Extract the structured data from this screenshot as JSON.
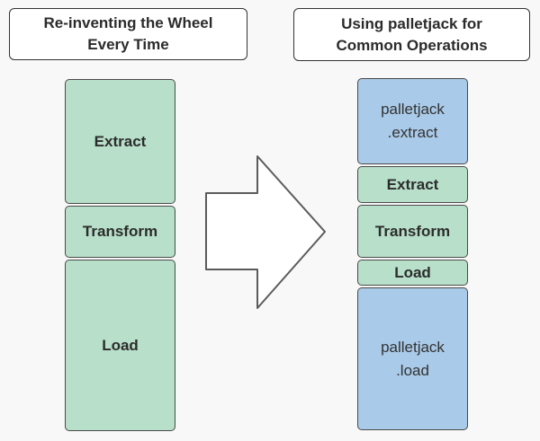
{
  "diagram": {
    "background_color": "#f8f8f8",
    "border_color": "#4a4a4a",
    "green_color": "#b7dfc9",
    "blue_color": "#a9cae8",
    "arrow_icon": "right-block-arrow"
  },
  "left": {
    "title": "Re-inventing the Wheel\nEvery Time",
    "boxes": [
      {
        "label": "Extract"
      },
      {
        "label": "Transform"
      },
      {
        "label": "Load"
      }
    ]
  },
  "right": {
    "title": "Using palletjack for\nCommon Operations",
    "boxes": [
      {
        "label": "palletjack\n.extract"
      },
      {
        "label": "Extract"
      },
      {
        "label": "Transform"
      },
      {
        "label": "Load"
      },
      {
        "label": "palletjack\n.load"
      }
    ]
  }
}
